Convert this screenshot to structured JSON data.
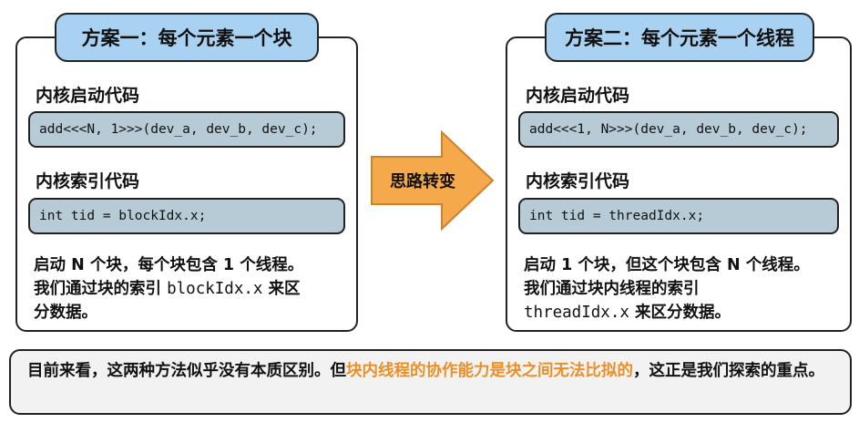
{
  "left": {
    "title": "方案一：每个元素一个块",
    "launch_heading": "内核启动代码",
    "launch_code": "add<<<N, 1>>>(dev_a, dev_b, dev_c);",
    "index_heading": "内核索引代码",
    "index_code": "int tid = blockIdx.x;",
    "desc_1": "启动 N 个块，每个块包含 1 个线程。",
    "desc_2a": "我们通过块的索引 ",
    "desc_2_code": "blockIdx.x",
    "desc_2b": " 来区",
    "desc_3": "分数据。"
  },
  "arrow": {
    "label": "思路转变",
    "color": "#f5a94a"
  },
  "right": {
    "title": "方案二：每个元素一个线程",
    "launch_heading": "内核启动代码",
    "launch_code": "add<<<1, N>>>(dev_a, dev_b, dev_c);",
    "index_heading": "内核索引代码",
    "index_code": "int tid = threadIdx.x;",
    "desc_1": "启动 1 个块，但这个块包含 N 个线程。",
    "desc_2": "我们通过块内线程的索引",
    "desc_3_code": "threadIdx.x",
    "desc_3b": " 来区分数据。"
  },
  "bottom": {
    "text_a": "目前来看，这两种方法似乎没有本质区别。但",
    "text_highlight": "块内线程的协作能力是块之间无法比拟的",
    "text_b": "，这正是我们探索的重点。",
    "highlight_color": "#e8902a"
  }
}
